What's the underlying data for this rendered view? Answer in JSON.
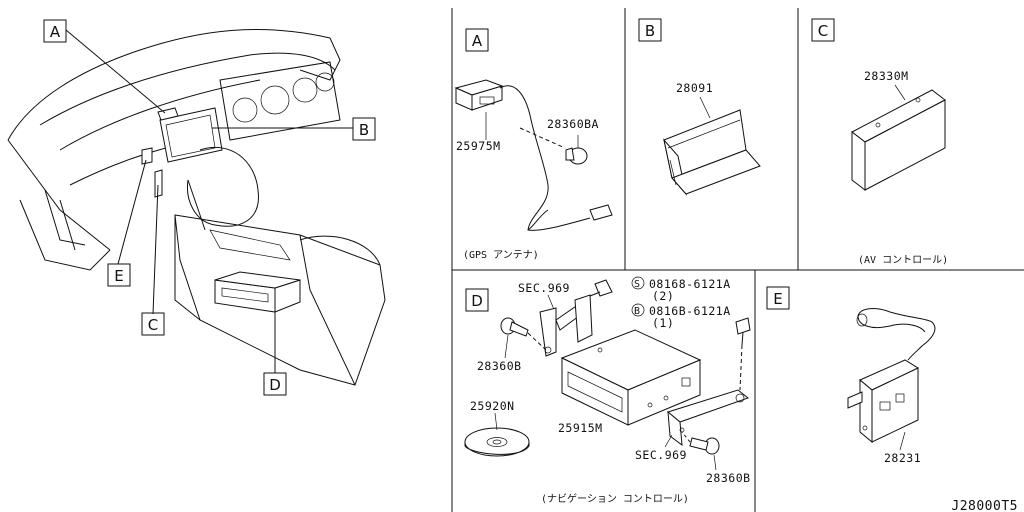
{
  "overview": {
    "callouts": {
      "a": "A",
      "b": "B",
      "c": "C",
      "d": "D",
      "e": "E"
    }
  },
  "panels": {
    "a": {
      "letter": "A",
      "caption": "(GPS アンテナ)",
      "parts": {
        "antenna": "25975M",
        "screw": "28360BA"
      }
    },
    "b": {
      "letter": "B",
      "parts": {
        "unit": "28091"
      }
    },
    "c": {
      "letter": "C",
      "caption": "(AV コントロール)",
      "parts": {
        "unit": "28330M"
      }
    },
    "d": {
      "letter": "D",
      "caption": "(ナビゲーション コントロール)",
      "parts": {
        "sec_top": "SEC.969",
        "bolt_s": "08168-6121A",
        "bolt_s_qty": "(2)",
        "bolt_s_mark": "S",
        "bolt_b": "0816B-6121A",
        "bolt_b_qty": "(1)",
        "bolt_b_mark": "B",
        "screw_left": "28360B",
        "disc": "25920N",
        "unit": "25915M",
        "sec_bottom": "SEC.969",
        "screw_right": "28360B"
      }
    },
    "e": {
      "letter": "E",
      "parts": {
        "unit": "28231"
      }
    }
  },
  "drawing_number": "J28000T5"
}
